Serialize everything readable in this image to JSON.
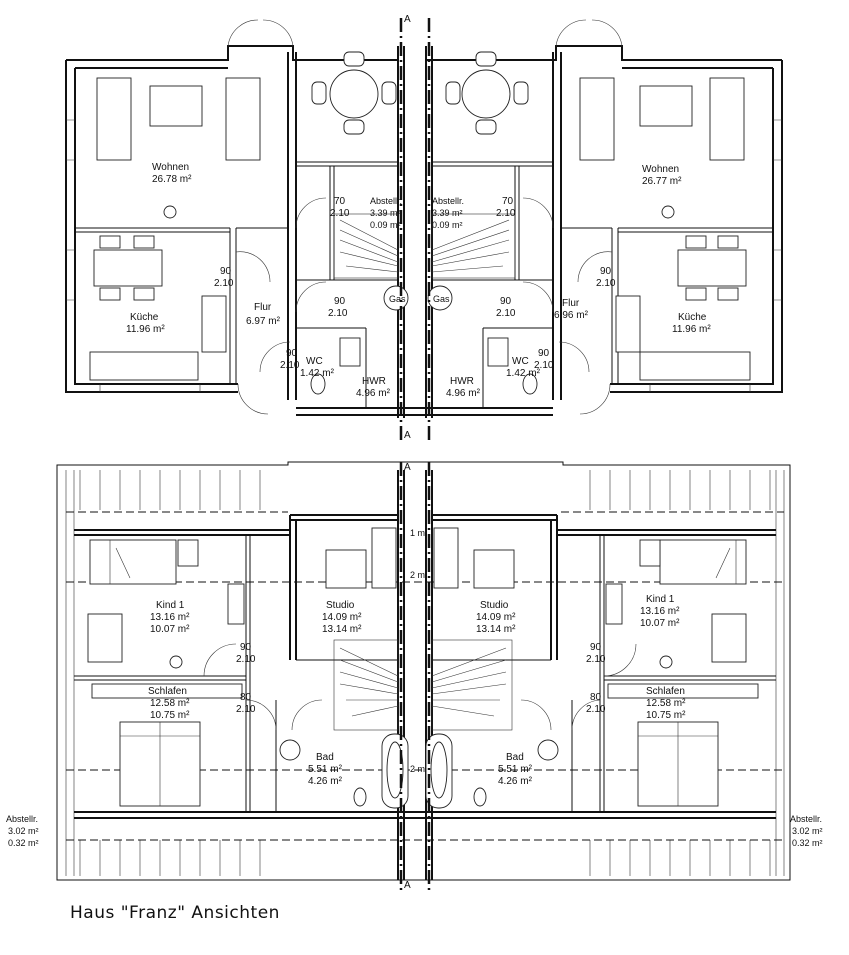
{
  "caption": "Haus \"Franz\" Ansichten",
  "section_marker": "A",
  "ground_floor": {
    "rooms": [
      {
        "id": "wohnen-l",
        "name": "Wohnen",
        "area": "26.78 m²"
      },
      {
        "id": "wohnen-r",
        "name": "Wohnen",
        "area": "26.77 m²"
      },
      {
        "id": "kueche-l",
        "name": "Küche",
        "area": "11.96 m²"
      },
      {
        "id": "kueche-r",
        "name": "Küche",
        "area": "11.96 m²"
      },
      {
        "id": "flur-l",
        "name": "Flur",
        "area": "6.97 m²"
      },
      {
        "id": "flur-r",
        "name": "Flur",
        "area": "6.96 m²"
      },
      {
        "id": "wc-l",
        "name": "WC",
        "area": "1.42 m²"
      },
      {
        "id": "wc-r",
        "name": "WC",
        "area": "1.42 m²"
      },
      {
        "id": "hwr-l",
        "name": "HWR",
        "area": "4.96 m²"
      },
      {
        "id": "hwr-r",
        "name": "HWR",
        "area": "4.96 m²"
      },
      {
        "id": "abstell-l",
        "name": "Abstellr.",
        "area": "3.39 m²",
        "area2": "0.09 m²"
      },
      {
        "id": "abstell-r",
        "name": "Abstellr.",
        "area": "3.39 m²",
        "area2": "0.09 m²"
      }
    ],
    "gas_label": "Gas",
    "doors": [
      {
        "w": "90",
        "h": "2.10"
      },
      {
        "w": "70",
        "h": "2.10"
      },
      {
        "w": "90",
        "h": "2.10"
      }
    ]
  },
  "upper_floor": {
    "rooms": [
      {
        "id": "kind-l",
        "name": "Kind 1",
        "area": "13.16 m²",
        "area2": "10.07 m²"
      },
      {
        "id": "kind-r",
        "name": "Kind 1",
        "area": "13.16 m²",
        "area2": "10.07 m²"
      },
      {
        "id": "studio-l",
        "name": "Studio",
        "area": "14.09 m²",
        "area2": "13.14 m²"
      },
      {
        "id": "studio-r",
        "name": "Studio",
        "area": "14.09 m²",
        "area2": "13.14 m²"
      },
      {
        "id": "schlafen-l",
        "name": "Schlafen",
        "area": "12.58 m²",
        "area2": "10.75 m²"
      },
      {
        "id": "schlafen-r",
        "name": "Schlafen",
        "area": "12.58 m²",
        "area2": "10.75 m²"
      },
      {
        "id": "bad-l",
        "name": "Bad",
        "area": "5.51 m²",
        "area2": "4.26 m²"
      },
      {
        "id": "bad-r",
        "name": "Bad",
        "area": "5.51 m²",
        "area2": "4.26 m²"
      },
      {
        "id": "abst-l",
        "name": "Abstellr.",
        "area": "3.02 m²",
        "area2": "0.32 m²"
      },
      {
        "id": "abst-r",
        "name": "Abstellr.",
        "area": "3.02 m²",
        "area2": "0.32 m²"
      }
    ],
    "height_marks": {
      "one_m": "1 m",
      "two_m": "2 m"
    },
    "door_90": "90",
    "door_80": "80",
    "door_h": "2.10"
  }
}
